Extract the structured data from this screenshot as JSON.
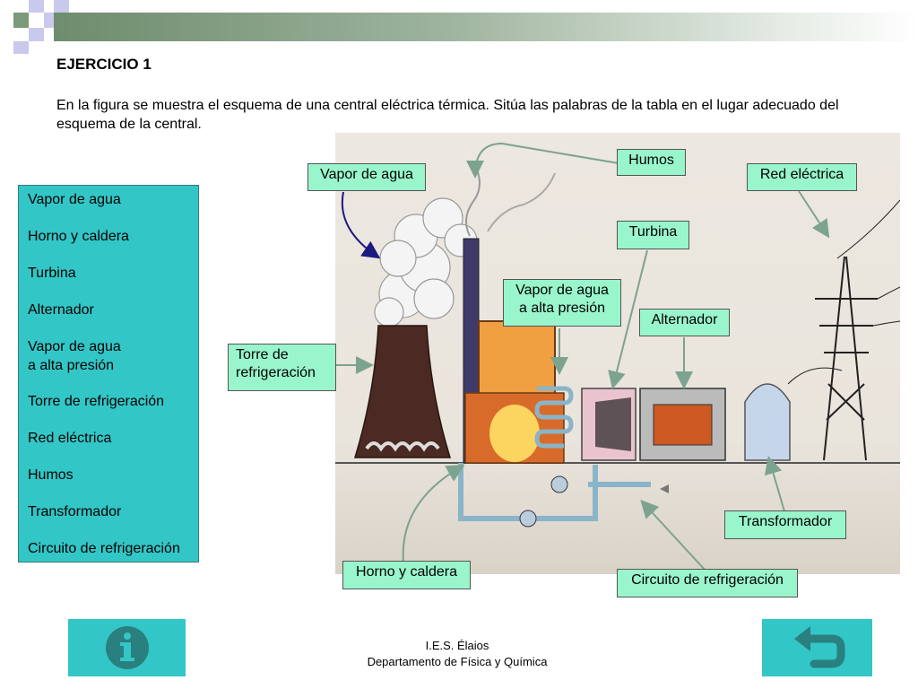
{
  "title": "EJERCICIO 1",
  "intro": "En la figura se muestra el esquema de una central eléctrica térmica. Sitúa las palabras de la tabla en el lugar adecuado del esquema de la central.",
  "word_list": [
    "Vapor de agua",
    "Horno y caldera",
    "Turbina",
    "Alternador",
    "Vapor de agua\na alta presión",
    "Torre de refrigeración",
    "Red eléctrica",
    "Humos",
    "Transformador",
    "Circuito de refrigeración"
  ],
  "labels": {
    "humos": "Humos",
    "vapor_agua": "Vapor de agua",
    "red_electrica": "Red eléctrica",
    "turbina": "Turbina",
    "vapor_alta": "Vapor de agua\na alta presión",
    "alternador": "Alternador",
    "torre": "Torre de\n  refrigeración",
    "transformador": "Transformador",
    "horno": "Horno y caldera",
    "circuito": "Circuito de refrigeración"
  },
  "footer": {
    "line1": "I.E.S. Élaios",
    "line2": "Departamento de Física y Química"
  },
  "buttons": {
    "info_icon": "info-icon",
    "back_icon": "return-arrow-icon"
  },
  "colors": {
    "label_bg": "#99f5cc",
    "list_bg": "#33c6c6",
    "button_bg": "#33c6c6",
    "icon_color": "#2a7f7f"
  }
}
